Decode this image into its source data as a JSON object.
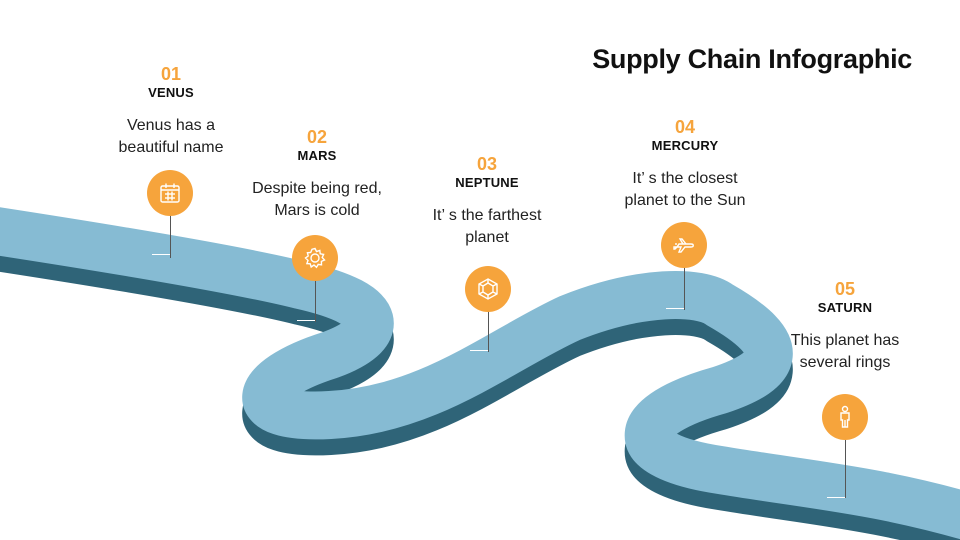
{
  "title": "Supply Chain Infographic",
  "colors": {
    "road_top": "#86bbd3",
    "road_side": "#2f6478",
    "accent": "#f6a43c"
  },
  "milestones": [
    {
      "number": "01",
      "name": "VENUS",
      "desc_line1": "Venus has a",
      "desc_line2": "beautiful name",
      "icon": "calendar-icon"
    },
    {
      "number": "02",
      "name": "MARS",
      "desc_line1": "Despite being red,",
      "desc_line2": "Mars is cold",
      "icon": "gear-icon"
    },
    {
      "number": "03",
      "name": "NEPTUNE",
      "desc_line1": "It’ s the farthest",
      "desc_line2": "planet",
      "icon": "cube-icon"
    },
    {
      "number": "04",
      "name": "MERCURY",
      "desc_line1": "It’ s the closest",
      "desc_line2": "planet to the Sun",
      "icon": "airplane-icon"
    },
    {
      "number": "05",
      "name": "SATURN",
      "desc_line1": "This planet has",
      "desc_line2": "several rings",
      "icon": "person-icon"
    }
  ]
}
